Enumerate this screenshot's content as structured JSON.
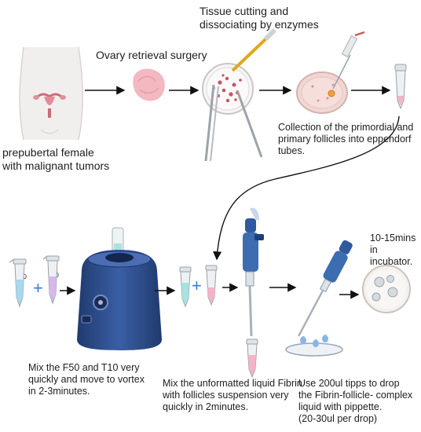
{
  "labels": {
    "patient": "prepubertal female\nwith malignant tumors",
    "surgery": "Ovary retrieval surgery",
    "cutting": "Tissue cutting and\ndissociating by enzymes",
    "collection": "Collection of the primordial and\nprimary follicles into eppendorf\ntubes.",
    "mix_vortex": "Mix the F50 and T10 very\nquickly and move to vortex\nin 2-3minutes.",
    "mix_fibrin": "Mix the unformatted liquid Fibrin\nwith follicles suspension very\nquickly in 2minutes.",
    "pipette": "Use 200ul tipps to drop\nthe Fibrin-follicle- complex\nliquid with pippette.\n(20-30ul per drop)",
    "incubator": "10-15mins in\nincubator."
  },
  "tubes": {
    "f50": "F50",
    "t10": "T10"
  },
  "plus_sign": "+",
  "colors": {
    "arrow": "#111111",
    "tissue_pink": "#f4b8c0",
    "dish_fill": "#f2d6d3",
    "vortex_blue": "#2d4d8c",
    "pipette_blue": "#3b6db0",
    "tube_teal": "#a7e3df",
    "tube_purple": "#d5b8ec",
    "tube_pink": "#f3b3c8"
  },
  "icons": [
    "female-body-icon",
    "ovary-icon",
    "petri-dish-icon",
    "syringe-icon",
    "eppendorf-tube-icon",
    "vortex-mixer-icon",
    "micropipette-icon",
    "incubator-dish-icon"
  ]
}
